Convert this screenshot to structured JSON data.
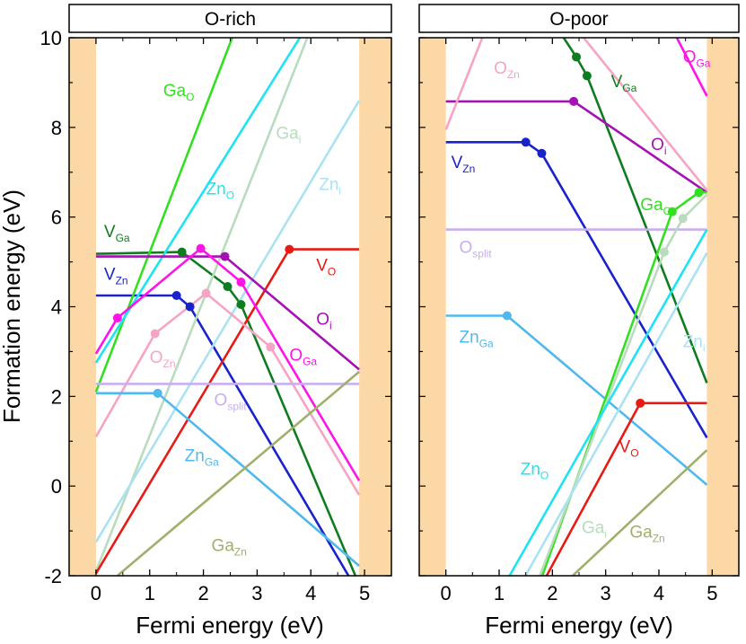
{
  "chart_data": [
    {
      "type": "line",
      "title": "O-rich",
      "xlabel": "Fermi energy (eV)",
      "ylabel": "Formation energy (eV)",
      "xlim": [
        -0.5,
        5.5
      ],
      "ylim": [
        -2,
        10
      ],
      "xticks": [
        "0",
        "1",
        "2",
        "3",
        "4",
        "5"
      ],
      "yticks": [
        "-2",
        "0",
        "2",
        "4",
        "6",
        "8",
        "10"
      ],
      "gap": [
        0,
        4.9
      ],
      "series": [
        {
          "name": "V",
          "sub": "Ga",
          "color": "#0f7d1f",
          "points": [
            [
              0,
              5.18
            ],
            [
              1.6,
              5.22
            ],
            [
              2.45,
              4.45
            ],
            [
              2.7,
              4.05
            ],
            [
              4.9,
              -2.2
            ]
          ],
          "markers": [
            [
              1.6,
              5.22
            ],
            [
              2.45,
              4.45
            ],
            [
              2.7,
              4.05
            ]
          ]
        },
        {
          "name": "V",
          "sub": "Zn",
          "color": "#1a22cc",
          "points": [
            [
              0,
              4.25
            ],
            [
              1.5,
              4.25
            ],
            [
              1.75,
              4.0
            ],
            [
              4.8,
              -2.2
            ]
          ],
          "markers": [
            [
              1.5,
              4.25
            ],
            [
              1.75,
              4.0
            ]
          ]
        },
        {
          "name": "Ga",
          "sub": "O",
          "color": "#33e021",
          "points": [
            [
              0,
              2.1
            ],
            [
              2.6,
              10.2
            ]
          ],
          "markers": []
        },
        {
          "name": "Zn",
          "sub": "O",
          "color": "#1ee3f2",
          "points": [
            [
              0,
              2.75
            ],
            [
              3.9,
              10.2
            ]
          ],
          "markers": []
        },
        {
          "name": "Ga",
          "sub": "i",
          "color": "#b8dcbd",
          "points": [
            [
              0,
              -1.9
            ],
            [
              4.0,
              10.2
            ]
          ],
          "markers": []
        },
        {
          "name": "Zn",
          "sub": "i",
          "color": "#abe2f3",
          "points": [
            [
              0,
              -1.25
            ],
            [
              4.9,
              8.6
            ]
          ],
          "markers": []
        },
        {
          "name": "V",
          "sub": "O",
          "color": "#e81a14",
          "points": [
            [
              0,
              -1.95
            ],
            [
              3.6,
              5.28
            ],
            [
              4.9,
              5.28
            ]
          ],
          "markers": [
            [
              3.6,
              5.28
            ]
          ]
        },
        {
          "name": "O",
          "sub": "i",
          "color": "#a511b3",
          "points": [
            [
              0,
              5.12
            ],
            [
              2.4,
              5.12
            ],
            [
              4.9,
              2.6
            ]
          ],
          "markers": [
            [
              2.4,
              5.12
            ]
          ]
        },
        {
          "name": "O",
          "sub": "Ga",
          "color": "#ff14e8",
          "points": [
            [
              0,
              2.95
            ],
            [
              0.4,
              3.75
            ],
            [
              1.95,
              5.3
            ],
            [
              2.7,
              4.55
            ],
            [
              4.9,
              0.12
            ]
          ],
          "markers": [
            [
              0.4,
              3.75
            ],
            [
              1.95,
              5.3
            ],
            [
              2.7,
              4.55
            ]
          ]
        },
        {
          "name": "O",
          "sub": "Zn",
          "color": "#f7a3c5",
          "points": [
            [
              0,
              1.1
            ],
            [
              1.1,
              3.4
            ],
            [
              2.05,
              4.3
            ],
            [
              3.25,
              3.1
            ],
            [
              4.9,
              -0.2
            ]
          ],
          "markers": [
            [
              1.1,
              3.4
            ],
            [
              2.05,
              4.3
            ],
            [
              3.25,
              3.1
            ]
          ]
        },
        {
          "name": "O",
          "sub": "split",
          "color": "#c9aef1",
          "points": [
            [
              0,
              2.28
            ],
            [
              4.9,
              2.28
            ]
          ],
          "markers": []
        },
        {
          "name": "Zn",
          "sub": "Ga",
          "color": "#4fb9ee",
          "points": [
            [
              0,
              2.07
            ],
            [
              1.15,
              2.07
            ],
            [
              4.9,
              -1.78
            ]
          ],
          "markers": [
            [
              1.15,
              2.07
            ]
          ]
        },
        {
          "name": "Ga",
          "sub": "Zn",
          "color": "#9fb06c",
          "points": [
            [
              0.4,
              -2.0
            ],
            [
              4.9,
              2.55
            ]
          ],
          "markers": []
        }
      ],
      "labels": [
        {
          "base": "Ga",
          "sub": "O",
          "color": "#33e021",
          "at": [
            1.25,
            8.7
          ]
        },
        {
          "base": "Zn",
          "sub": "O",
          "color": "#1ee3f2",
          "at": [
            2.05,
            6.5
          ]
        },
        {
          "base": "Ga",
          "sub": "i",
          "color": "#b8dcbd",
          "at": [
            3.35,
            7.75
          ]
        },
        {
          "base": "Zn",
          "sub": "i",
          "color": "#abe2f3",
          "at": [
            4.15,
            6.6
          ]
        },
        {
          "base": "V",
          "sub": "Ga",
          "color": "#0f7d1f",
          "at": [
            0.15,
            5.55
          ]
        },
        {
          "base": "V",
          "sub": "Zn",
          "color": "#1a22cc",
          "at": [
            0.15,
            4.6
          ]
        },
        {
          "base": "V",
          "sub": "O",
          "color": "#e81a14",
          "at": [
            4.1,
            4.8
          ]
        },
        {
          "base": "O",
          "sub": "i",
          "color": "#a511b3",
          "at": [
            4.1,
            3.6
          ]
        },
        {
          "base": "O",
          "sub": "Zn",
          "color": "#f7a3c5",
          "at": [
            1.0,
            2.75
          ]
        },
        {
          "base": "O",
          "sub": "Ga",
          "color": "#ff14e8",
          "at": [
            3.6,
            2.8
          ]
        },
        {
          "base": "O",
          "sub": "split",
          "color": "#c9aef1",
          "at": [
            2.2,
            1.8
          ]
        },
        {
          "base": "Zn",
          "sub": "Ga",
          "color": "#4fb9ee",
          "at": [
            1.65,
            0.55
          ]
        },
        {
          "base": "Ga",
          "sub": "Zn",
          "color": "#9fb06c",
          "at": [
            2.15,
            -1.45
          ]
        }
      ]
    },
    {
      "type": "line",
      "title": "O-poor",
      "xlabel": "Fermi energy (eV)",
      "ylabel": "",
      "xlim": [
        -0.5,
        5.5
      ],
      "ylim": [
        -2,
        10
      ],
      "xticks": [
        "0",
        "1",
        "2",
        "3",
        "4",
        "5"
      ],
      "yticks": [],
      "gap": [
        0,
        4.9
      ],
      "series": [
        {
          "name": "V",
          "sub": "Ga",
          "color": "#0f7d1f",
          "points": [
            [
              2.1,
              10.2
            ],
            [
              2.45,
              9.57
            ],
            [
              2.65,
              9.15
            ],
            [
              4.9,
              2.3
            ]
          ],
          "markers": [
            [
              2.45,
              9.57
            ],
            [
              2.65,
              9.15
            ]
          ]
        },
        {
          "name": "V",
          "sub": "Zn",
          "color": "#1a22cc",
          "points": [
            [
              0,
              7.67
            ],
            [
              1.5,
              7.67
            ],
            [
              1.8,
              7.42
            ],
            [
              4.9,
              1.08
            ]
          ],
          "markers": [
            [
              1.5,
              7.67
            ],
            [
              1.8,
              7.42
            ]
          ]
        },
        {
          "name": "O",
          "sub": "i",
          "color": "#a511b3",
          "points": [
            [
              0,
              8.58
            ],
            [
              2.4,
              8.58
            ],
            [
              4.9,
              6.55
            ]
          ],
          "markers": [
            [
              2.4,
              8.58
            ]
          ]
        },
        {
          "name": "O",
          "sub": "Zn",
          "color": "#f7a3c5",
          "points": [
            [
              0,
              7.95
            ],
            [
              0.75,
              10.2
            ]
          ],
          "markers": []
        },
        {
          "name": "O",
          "sub": "Zn",
          "color": "#f7a3c5",
          "points": [
            [
              2.45,
              10.2
            ],
            [
              4.9,
              6.6
            ]
          ],
          "markers": []
        },
        {
          "name": "O",
          "sub": "Ga",
          "color": "#ff14e8",
          "points": [
            [
              4.25,
              10.2
            ],
            [
              4.9,
              8.7
            ]
          ],
          "markers": []
        },
        {
          "name": "O",
          "sub": "split",
          "color": "#c9aef1",
          "points": [
            [
              0,
              5.72
            ],
            [
              4.9,
              5.72
            ]
          ],
          "markers": []
        },
        {
          "name": "Zn",
          "sub": "Ga",
          "color": "#4fb9ee",
          "points": [
            [
              0,
              3.8
            ],
            [
              1.15,
              3.8
            ],
            [
              4.9,
              0.03
            ]
          ],
          "markers": [
            [
              1.15,
              3.8
            ]
          ]
        },
        {
          "name": "Ga",
          "sub": "O",
          "color": "#33e021",
          "points": [
            [
              1.75,
              -2.2
            ],
            [
              4.25,
              6.12
            ],
            [
              4.75,
              6.55
            ],
            [
              4.9,
              6.55
            ]
          ],
          "markers": [
            [
              4.25,
              6.12
            ],
            [
              4.75,
              6.55
            ]
          ]
        },
        {
          "name": "Ga",
          "sub": "i",
          "color": "#b8dcbd",
          "points": [
            [
              1.7,
              -2.2
            ],
            [
              4.1,
              5.22
            ],
            [
              4.45,
              5.97
            ],
            [
              4.9,
              6.5
            ]
          ],
          "markers": [
            [
              4.1,
              5.22
            ],
            [
              4.45,
              5.97
            ]
          ]
        },
        {
          "name": "Zn",
          "sub": "O",
          "color": "#1ee3f2",
          "points": [
            [
              1.1,
              -2.2
            ],
            [
              4.9,
              5.72
            ]
          ],
          "markers": []
        },
        {
          "name": "Zn",
          "sub": "i",
          "color": "#abe2f3",
          "points": [
            [
              1.4,
              -2.2
            ],
            [
              4.9,
              5.2
            ]
          ],
          "markers": []
        },
        {
          "name": "V",
          "sub": "O",
          "color": "#e81a14",
          "points": [
            [
              1.8,
              -2.2
            ],
            [
              3.65,
              1.85
            ],
            [
              4.9,
              1.85
            ]
          ],
          "markers": [
            [
              3.65,
              1.85
            ]
          ]
        },
        {
          "name": "Ga",
          "sub": "Zn",
          "color": "#9fb06c",
          "points": [
            [
              2.2,
              -2.2
            ],
            [
              4.9,
              0.8
            ]
          ],
          "markers": []
        }
      ],
      "labels": [
        {
          "base": "O",
          "sub": "Zn",
          "color": "#f7a3c5",
          "at": [
            0.9,
            9.2
          ]
        },
        {
          "base": "V",
          "sub": "Ga",
          "color": "#0f7d1f",
          "at": [
            3.1,
            8.9
          ]
        },
        {
          "base": "O",
          "sub": "Ga",
          "color": "#ff14e8",
          "at": [
            4.45,
            9.45
          ]
        },
        {
          "base": "O",
          "sub": "i",
          "color": "#a511b3",
          "at": [
            3.85,
            7.5
          ]
        },
        {
          "base": "V",
          "sub": "Zn",
          "color": "#1a22cc",
          "at": [
            0.1,
            7.1
          ]
        },
        {
          "base": "Ga",
          "sub": "O",
          "color": "#33e021",
          "at": [
            3.65,
            6.15
          ]
        },
        {
          "base": "O",
          "sub": "split",
          "color": "#c9aef1",
          "at": [
            0.25,
            5.2
          ]
        },
        {
          "base": "Zn",
          "sub": "Ga",
          "color": "#4fb9ee",
          "at": [
            0.25,
            3.2
          ]
        },
        {
          "base": "Zn",
          "sub": "i",
          "color": "#abe2f3",
          "at": [
            4.45,
            3.1
          ]
        },
        {
          "base": "V",
          "sub": "O",
          "color": "#e81a14",
          "at": [
            3.25,
            0.75
          ]
        },
        {
          "base": "Zn",
          "sub": "O",
          "color": "#1ee3f2",
          "at": [
            1.4,
            0.25
          ]
        },
        {
          "base": "Ga",
          "sub": "i",
          "color": "#b8dcbd",
          "at": [
            2.55,
            -1.05
          ]
        },
        {
          "base": "Ga",
          "sub": "Zn",
          "color": "#9fb06c",
          "at": [
            3.45,
            -1.15
          ]
        }
      ]
    }
  ]
}
